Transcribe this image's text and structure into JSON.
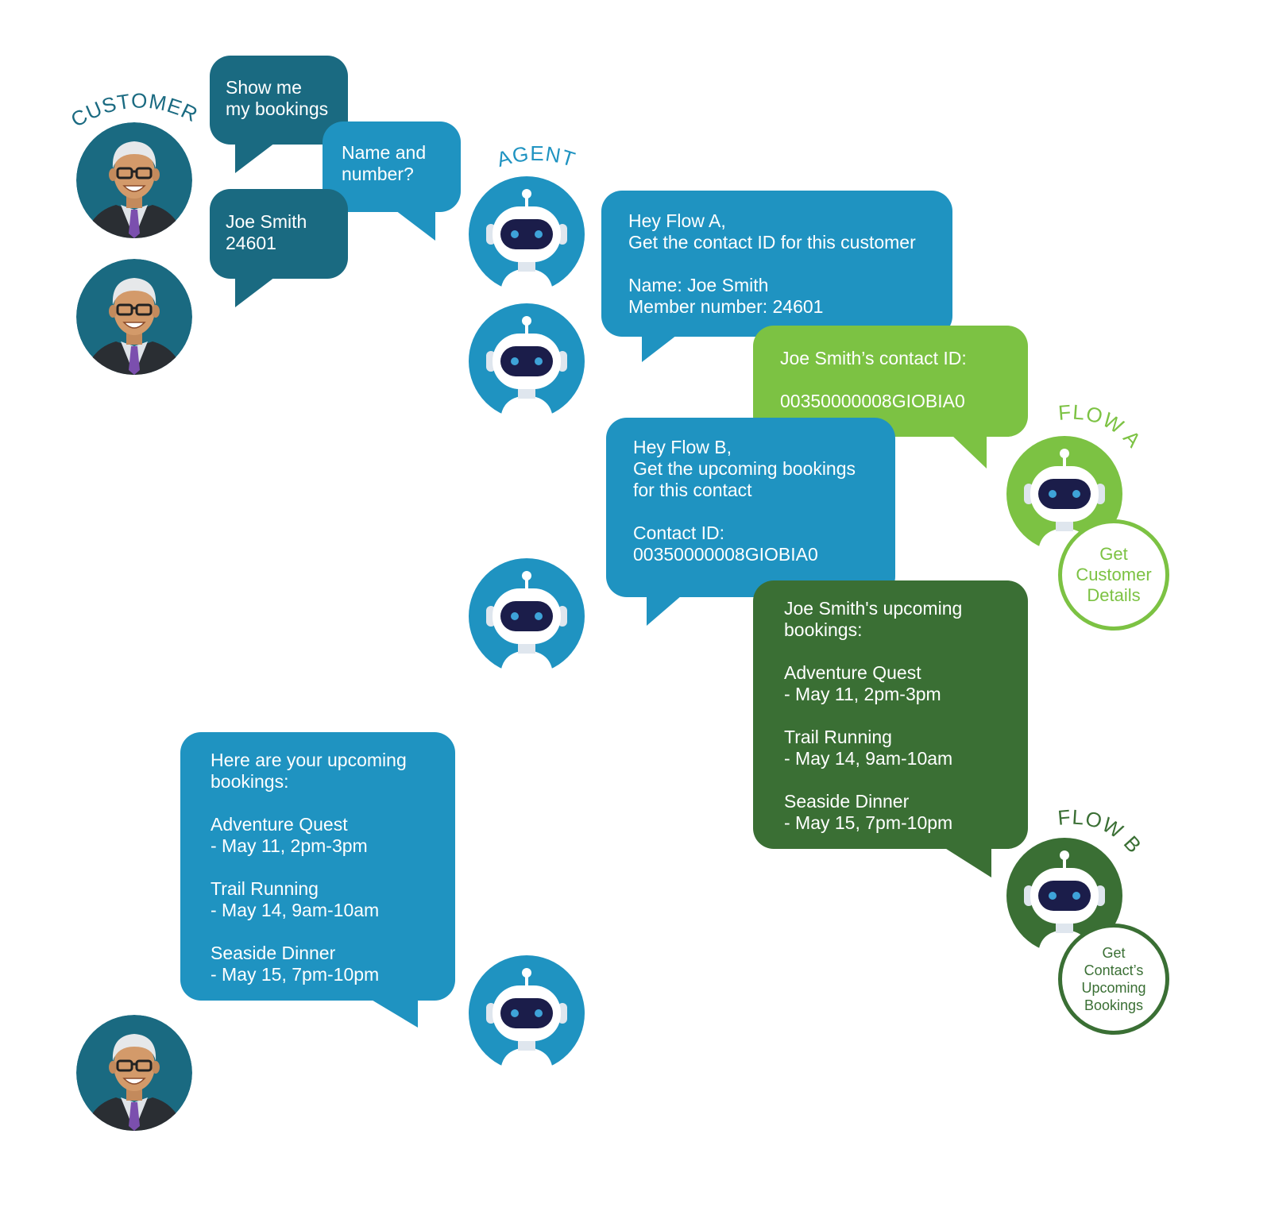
{
  "labels": {
    "customer": "CUSTOMER",
    "agent": "AGENT",
    "flow_a": "FLOW A",
    "flow_b": "FLOW B"
  },
  "messages": {
    "customer_request": "Show me\nmy bookings",
    "agent_question": "Name and\nnumber?",
    "customer_answer": "Joe Smith\n24601",
    "agent_to_flow_a": "Hey Flow A,\nGet the contact ID for this customer\n\nName: Joe Smith\nMember number: 24601",
    "flow_a_reply": "Joe Smith’s contact ID:\n\n00350000008GIOBIA0",
    "agent_to_flow_b": "Hey Flow B,\nGet the upcoming bookings\nfor this contact\n\nContact ID:\n00350000008GIOBIA0",
    "flow_b_reply": "Joe Smith's upcoming\nbookings:\n\nAdventure Quest\n- May 11, 2pm-3pm\n\nTrail Running\n- May 14, 9am-10am\n\nSeaside Dinner\n- May 15, 7pm-10pm",
    "agent_to_customer": "Here are your upcoming\nbookings:\n\nAdventure Quest\n- May 11, 2pm-3pm\n\nTrail Running\n- May 14, 9am-10am\n\nSeaside Dinner\n- May 15, 7pm-10pm"
  },
  "flow_names": {
    "flow_a": "Get\nCustomer\nDetails",
    "flow_b": "Get\nContact’s\nUpcoming\nBookings"
  },
  "colors": {
    "customer_bubble": "#1a6a81",
    "agent_bubble": "#1f93c1",
    "flow_a": "#7cc243",
    "flow_b": "#3a6f34",
    "robot_visor": "#1b1d4a",
    "robot_eyes": "#3ea3d8"
  },
  "icons": [
    "customer-avatar-icon",
    "agent-robot-icon",
    "flow-robot-icon"
  ]
}
